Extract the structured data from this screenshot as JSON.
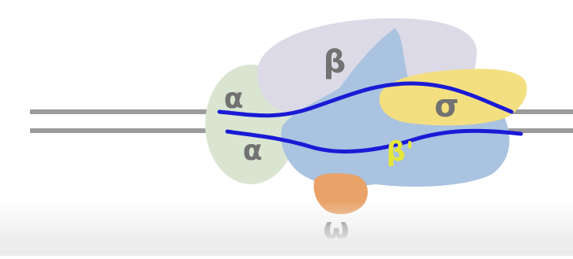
{
  "colors": {
    "dna_strand": "#9b9b9b",
    "rna_polymerase_path": "#1a1ad6",
    "beta": "#dcdae6",
    "beta_prime": "#a9c3e0",
    "alpha": "#d9e5d1",
    "sigma": "#f4df80",
    "omega": "#e9a268",
    "label_gray": "#727272",
    "label_yellow": "#e6e63a"
  },
  "labels": {
    "beta": "β",
    "beta_prime": "β'",
    "alpha_top": "α",
    "alpha_bottom": "α",
    "sigma": "σ",
    "omega": "ω"
  }
}
